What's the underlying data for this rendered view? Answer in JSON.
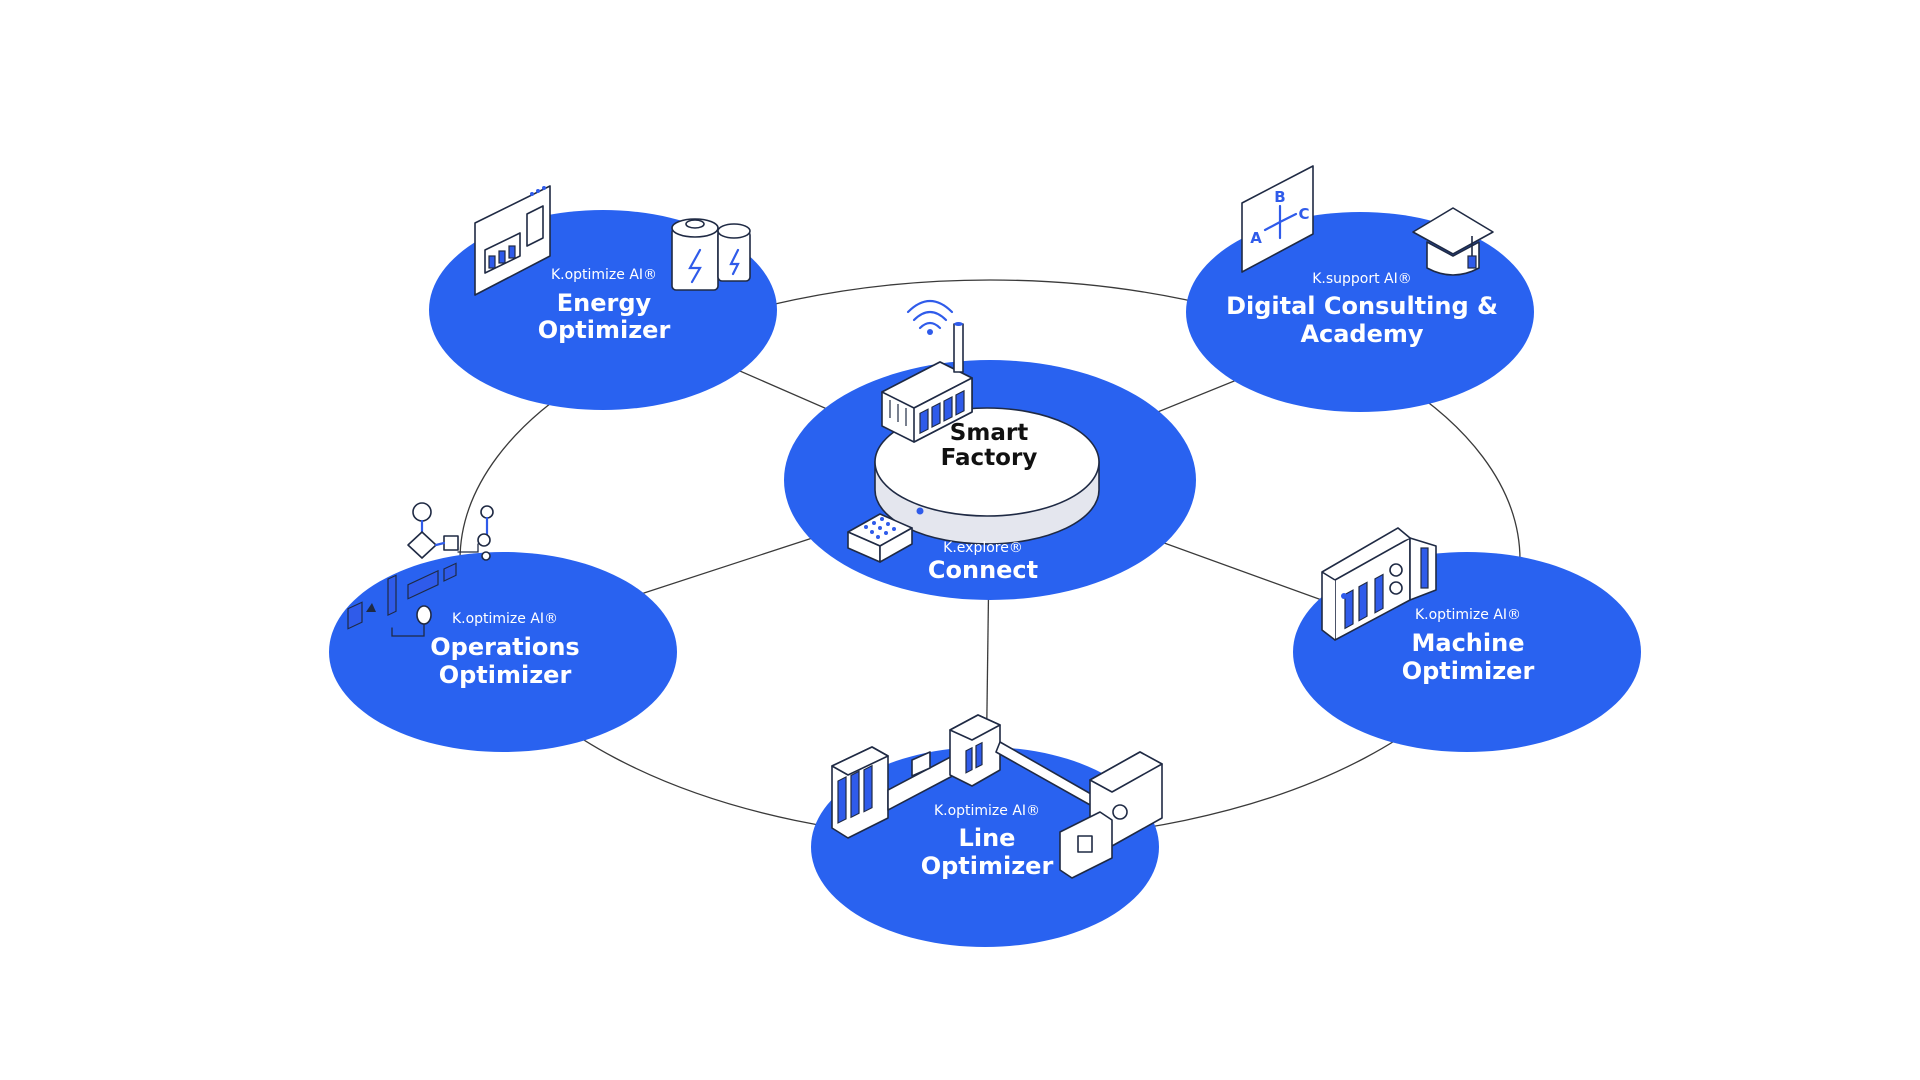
{
  "colors": {
    "node_fill": "#2962f0",
    "center_disc": "#ffffff",
    "connector": "#3a3a3a",
    "icon_accent": "#2f5bea"
  },
  "center": {
    "disc_label_line1": "Smart",
    "disc_label_line2": "Factory",
    "product_label": "K.explore®",
    "product_name": "Connect"
  },
  "nodes": {
    "energy": {
      "product_label": "K.optimize AI®",
      "line1": "Energy",
      "line2": "Optimizer"
    },
    "consulting": {
      "product_label": "K.support AI®",
      "line1": "Digital Consulting &",
      "line2": "Academy"
    },
    "operations": {
      "product_label": "K.optimize AI®",
      "line1": "Operations",
      "line2": "Optimizer"
    },
    "machine": {
      "product_label": "K.optimize AI®",
      "line1": "Machine",
      "line2": "Optimizer"
    },
    "line": {
      "product_label": "K.optimize AI®",
      "line1": "Line",
      "line2": "Optimizer"
    }
  },
  "icons": {
    "energy": [
      "factory-panel-icon",
      "battery-icon"
    ],
    "consulting": [
      "decision-board-icon",
      "graduation-cap-icon"
    ],
    "operations": [
      "flowchart-icon"
    ],
    "machine": [
      "machine-cabinet-icon"
    ],
    "line": [
      "production-line-icon"
    ],
    "center": [
      "factory-building-icon",
      "wifi-signal-icon",
      "gateway-device-icon"
    ],
    "decision_board_letters": [
      "A",
      "B",
      "C"
    ]
  }
}
